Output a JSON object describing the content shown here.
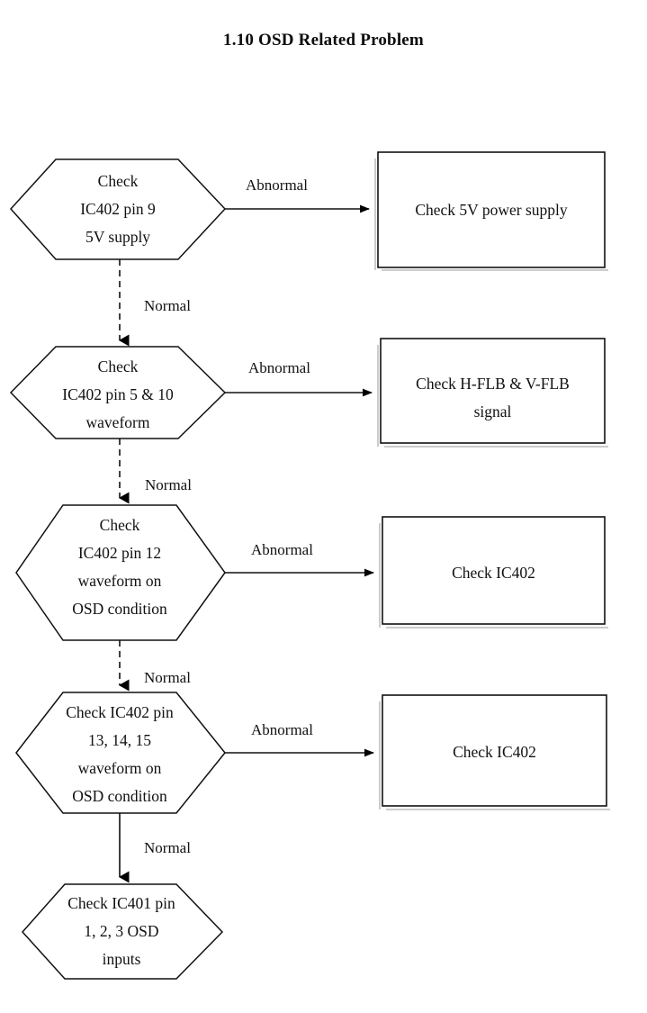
{
  "document": {
    "title": "1.10 OSD Related Problem"
  },
  "colors": {
    "ink": "#111111",
    "stroke": "#000000",
    "paper": "#ffffff"
  },
  "flowchart": {
    "type": "troubleshooting-flowchart",
    "decisions": [
      {
        "id": "d1",
        "shape": "hexagon",
        "lines": [
          "Check",
          "IC402 pin 9",
          "5V supply"
        ]
      },
      {
        "id": "d2",
        "shape": "hexagon",
        "lines": [
          "Check",
          "IC402 pin 5 & 10",
          "waveform"
        ]
      },
      {
        "id": "d3",
        "shape": "hexagon",
        "lines": [
          "Check",
          "IC402 pin 12",
          "waveform on",
          "OSD condition"
        ]
      },
      {
        "id": "d4",
        "shape": "hexagon",
        "lines": [
          "Check IC402 pin",
          "13, 14, 15",
          "waveform on",
          "OSD condition"
        ]
      },
      {
        "id": "d5",
        "shape": "hexagon",
        "lines": [
          "Check IC401 pin",
          "1, 2, 3 OSD",
          "inputs"
        ]
      }
    ],
    "actions": [
      {
        "id": "a1",
        "shape": "rectangle",
        "lines": [
          "Check 5V power supply"
        ]
      },
      {
        "id": "a2",
        "shape": "rectangle",
        "lines": [
          "Check H-FLB & V-FLB",
          "signal"
        ]
      },
      {
        "id": "a3",
        "shape": "rectangle",
        "lines": [
          "Check IC402"
        ]
      },
      {
        "id": "a4",
        "shape": "rectangle",
        "lines": [
          "Check IC402"
        ]
      }
    ],
    "edges": [
      {
        "id": "e1",
        "from": "d1",
        "to": "a1",
        "label": "Abnormal",
        "direction": "right",
        "style": "solid"
      },
      {
        "id": "e2",
        "from": "d1",
        "to": "d2",
        "label": "Normal",
        "direction": "down",
        "style": "dashed"
      },
      {
        "id": "e3",
        "from": "d2",
        "to": "a2",
        "label": "Abnormal",
        "direction": "right",
        "style": "solid"
      },
      {
        "id": "e4",
        "from": "d2",
        "to": "d3",
        "label": "Normal",
        "direction": "down",
        "style": "dashed"
      },
      {
        "id": "e5",
        "from": "d3",
        "to": "a3",
        "label": "Abnormal",
        "direction": "right",
        "style": "solid"
      },
      {
        "id": "e6",
        "from": "d3",
        "to": "d4",
        "label": "Normal",
        "direction": "down",
        "style": "dashed"
      },
      {
        "id": "e7",
        "from": "d4",
        "to": "a4",
        "label": "Abnormal",
        "direction": "right",
        "style": "solid"
      },
      {
        "id": "e8",
        "from": "d4",
        "to": "d5",
        "label": "Normal",
        "direction": "down",
        "style": "solid"
      }
    ]
  }
}
